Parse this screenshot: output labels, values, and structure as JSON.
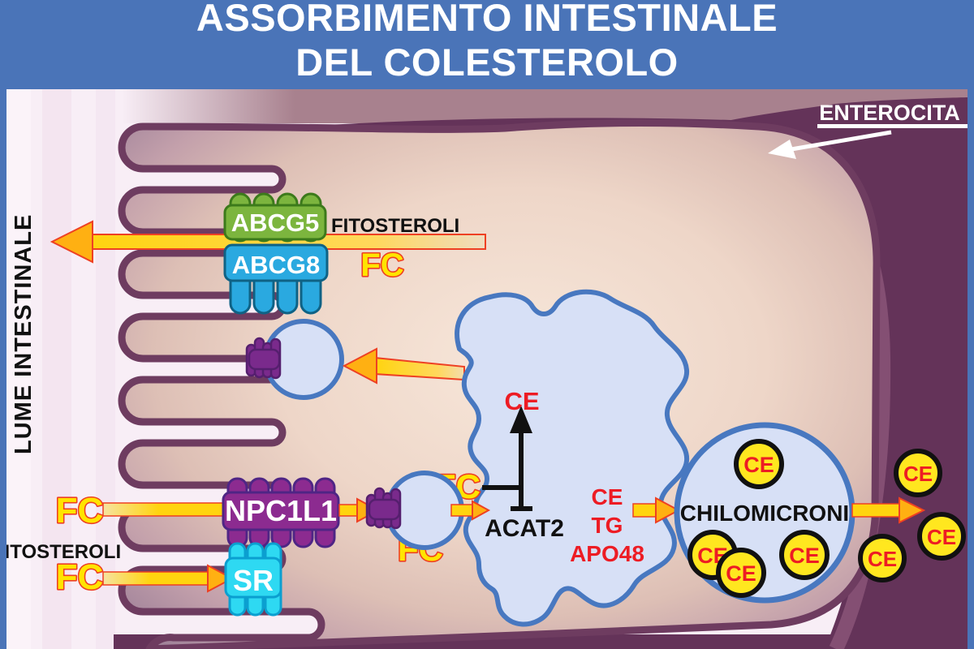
{
  "header": {
    "title_line1": "ASSORBIMENTO INTESTINALE",
    "title_line2": "DEL COLESTEROLO"
  },
  "labels": {
    "enterocita": "ENTEROCITA",
    "lume_intestinale": "LUME INTESTINALE",
    "fitosteroli": "FITOSTEROLI",
    "fc": "FC",
    "ce": "CE",
    "tg": "TG",
    "apo48": "APO48",
    "acat2": "ACAT2",
    "chilomicroni": "CHILOMICRONI"
  },
  "transporters": {
    "abcg5": "ABCG5",
    "abcg8": "ABCG8",
    "npc1l1": "NPC1L1",
    "sr": "SR"
  },
  "colors": {
    "header_blue": "#4a74b8",
    "lumen_pink": "#f8eef6",
    "membrane_plum": "#6e3c60",
    "outside_plum": "#643359",
    "band_mauve": "#a8818e",
    "highlight_plum": "#8a5578",
    "vesicle_fill": "#d7e0f6",
    "vesicle_stroke": "#4878c0",
    "arrow_yellow": "#ffd40f",
    "arrow_head_orange": "#ffb012",
    "arrow_outline": "#ee4023",
    "fc_yellow": "#ffe400",
    "red_text": "#ed1c24",
    "ce_yellow": "#ffe71f",
    "ce_ring_black": "#111111",
    "abcg5_green": "#7cb53e",
    "abcg5_green_dark": "#3c7a1b",
    "abcg8_blue": "#2aa9e0",
    "abcg8_blue_dark": "#0f6285",
    "npc_purple": "#8c2b90",
    "npc_purple_dark": "#4f2585",
    "sr_cyan": "#2ed9f2",
    "sr_cyan_dark": "#0b9fd0",
    "protein_purple": "#7a2a8c",
    "protein_purple_dark": "#551f6e"
  }
}
